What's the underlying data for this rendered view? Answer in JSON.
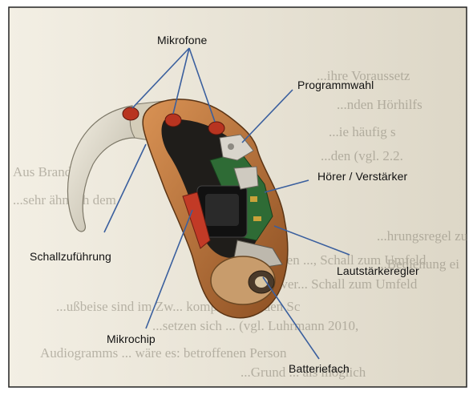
{
  "diagram": {
    "labels": {
      "mikrofone": "Mikrofone",
      "programmwahl": "Programmwahl",
      "hoerer": "Hörer / Verstärker",
      "schallzufuehrung": "Schallzuführung",
      "lautstaerkeregler": "Lautstärkeregler",
      "mikrochip": "Mikrochip",
      "batteriefach": "Batteriefach"
    },
    "colors": {
      "leader_line": "#3a5f9e",
      "page_bg": "#e9e4d6",
      "housing": "#b8733a",
      "hook": "#e8e2d0",
      "battery_door": "#c8a078",
      "circuit_green": "#2e6b35"
    },
    "background_text_lines": [
      "...ihre Voraussetz",
      "...nden Hörhilfs",
      "...ie häufig s",
      "...den (vgl. 2.2.",
      "Aus Brand-",
      "...sehr ähnlich dem",
      "...hrungsregel zu",
      "...Bedienung ei",
      "...ie mögl... bilden ..., Schall zum Umfeld",
      "...n der Regel ver... Schall zum Umfeld",
      "...ußbeise sind im Zw... komprimierenden Sc",
      "...setzen sich ... (vgl. Luhrmann 2010,",
      "Audiogramms ... wäre es: betroffenen Person",
      "...Grund ... als möglich"
    ]
  }
}
